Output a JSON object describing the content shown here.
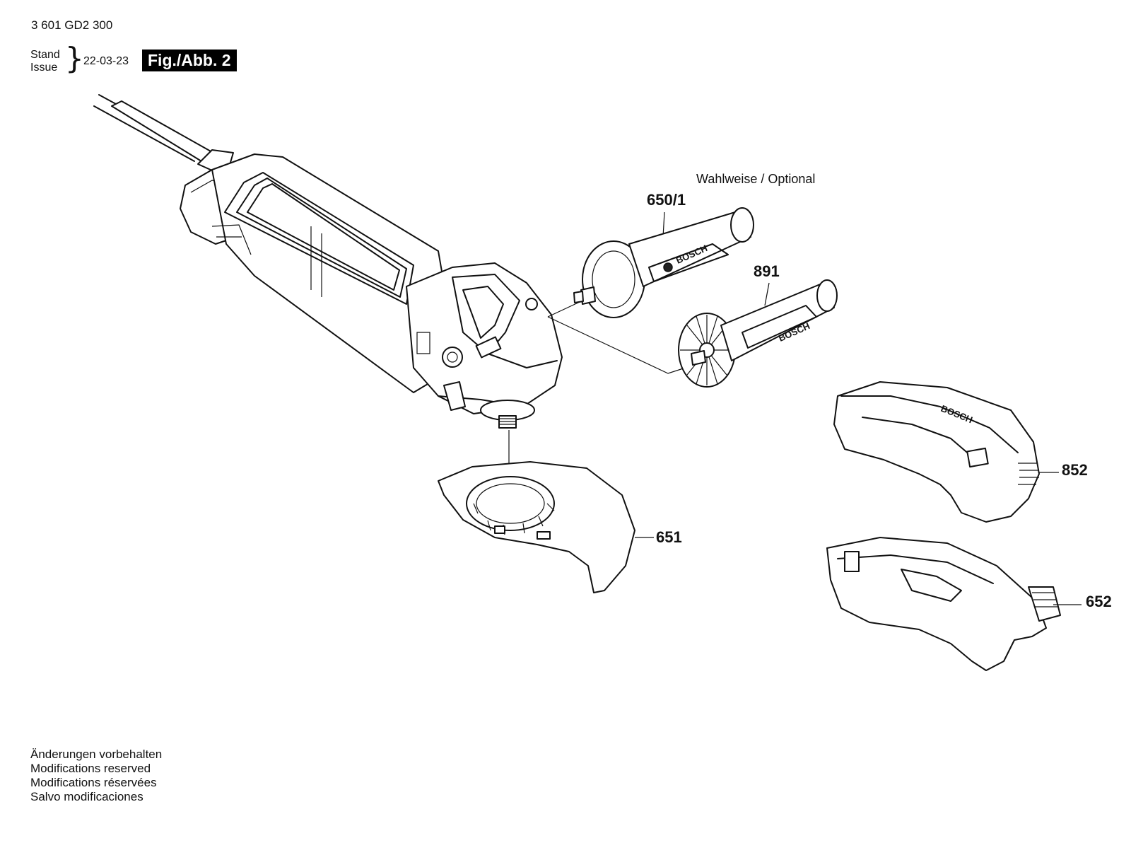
{
  "header": {
    "doc_number": "3 601 GD2 300",
    "stand_label": "Stand",
    "issue_label": "Issue",
    "issue_date": "22-03-23",
    "figure_label": "Fig./Abb. 2"
  },
  "optional_note": "Wahlweise / Optional",
  "parts": {
    "p650_1": "650/1",
    "p891": "891",
    "p852": "852",
    "p651": "651",
    "p652": "652"
  },
  "footer": {
    "line_de": "Änderungen vorbehalten",
    "line_en": "Modifications reserved",
    "line_fr": "Modifications réservées",
    "line_es": "Salvo modificaciones"
  },
  "brand_marks": [
    "BOSCH"
  ]
}
